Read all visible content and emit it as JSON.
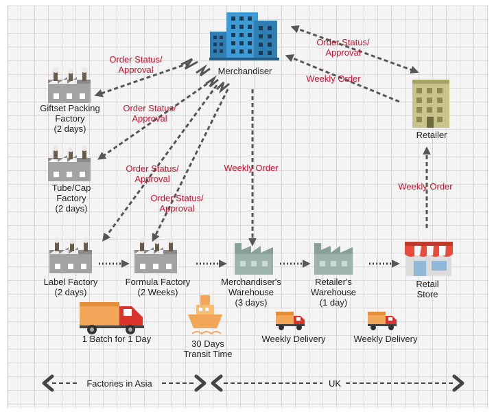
{
  "nodes": {
    "merchandiser": "Merchandiser",
    "retailer": "Retailer",
    "giftset": {
      "line1": "Giftset Packing",
      "line2": "Factory",
      "line3": "(2 days)"
    },
    "tubecap": {
      "line1": "Tube/Cap",
      "line2": "Factory",
      "line3": "(2 days)"
    },
    "label": {
      "line1": "Label Factory",
      "line2": "(2 days)"
    },
    "formula": {
      "line1": "Formula Factory",
      "line2": "(2 Weeks)"
    },
    "merch_wh": {
      "line1": "Merchandiser's",
      "line2": "Warehouse",
      "line3": "(3 days)"
    },
    "retail_wh": {
      "line1": "Retailer's",
      "line2": "Warehouse",
      "line3": "(1 day)"
    },
    "store": {
      "line1": "Retail",
      "line2": "Store"
    }
  },
  "edge_labels": {
    "status1": {
      "line1": "Order Status/",
      "line2": "Approval"
    },
    "status2": {
      "line1": "Order Status/",
      "line2": "Approval"
    },
    "status3": {
      "line1": "Order Status/",
      "line2": "Approval"
    },
    "status4": {
      "line1": "Order Status/",
      "line2": "Approval"
    },
    "status5": {
      "line1": "Order Status/",
      "line2": "Approval"
    },
    "weekly_retailer_merch": "Weekly Order",
    "weekly_merch_wh": "Weekly Order",
    "weekly_store_retailer": "Weekly Order"
  },
  "transport": {
    "batch": "1 Batch for 1 Day",
    "transit": {
      "line1": "30 Days",
      "line2": "Transit Time"
    },
    "delivery1": "Weekly Delivery",
    "delivery2": "Weekly Delivery"
  },
  "regions": {
    "asia": "Factories in Asia",
    "uk": "UK"
  },
  "colors": {
    "label_red": "#c8102e",
    "arrow_gray": "#555555",
    "factory_gray": "#9a9a9a",
    "warehouse_teal": "#8fa9a4",
    "truck_orange": "#f2a65a",
    "truck_red": "#d9342b",
    "building_blue": "#3d9bd6",
    "retailer_olive": "#c9c48a"
  }
}
